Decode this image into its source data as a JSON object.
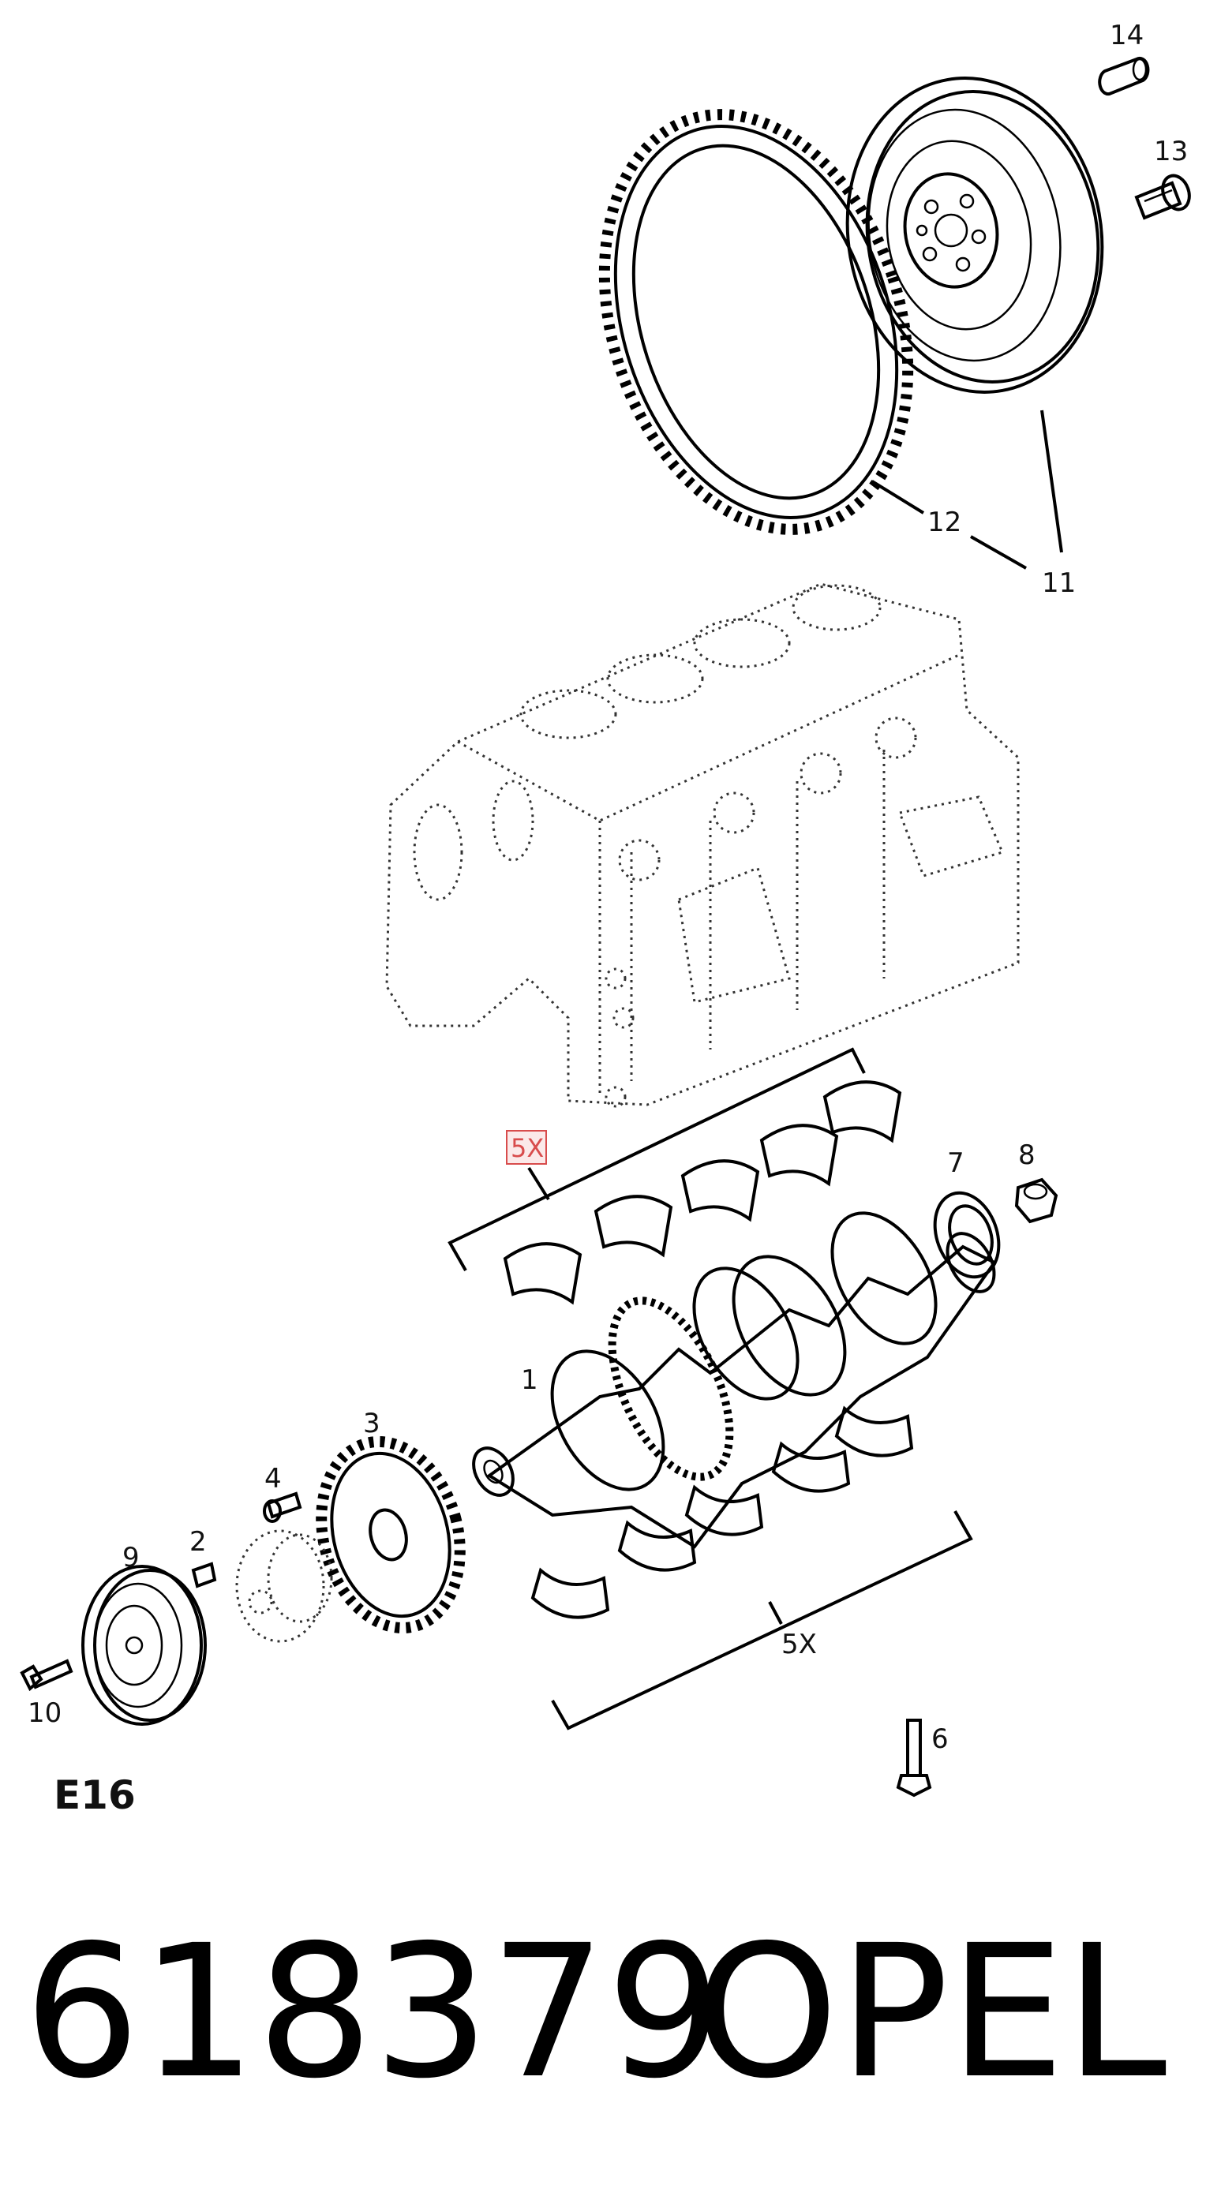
{
  "callouts": {
    "c1": "1",
    "c2": "2",
    "c3": "3",
    "c4": "4",
    "c5x_top": "5X",
    "c5x_bottom": "5X",
    "c6": "6",
    "c7": "7",
    "c8": "8",
    "c9": "9",
    "c10": "10",
    "c11": "11",
    "c12": "12",
    "c13": "13",
    "c14": "14"
  },
  "section_label": "E16",
  "part_number": "618379",
  "brand": "OPEL",
  "colors": {
    "ink": "#000000",
    "highlight": "#d84c4c",
    "highlight_fill": "#fbe9e9"
  }
}
